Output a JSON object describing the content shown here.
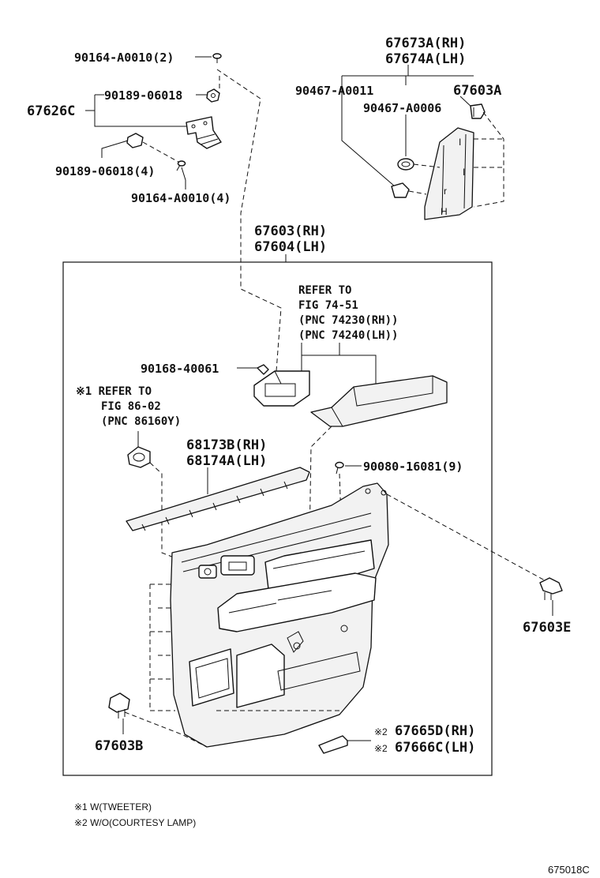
{
  "parts": {
    "screw_top": "90164-A0010(2)",
    "clip_upper": "90189-06018",
    "bracket": "67626C",
    "clip_lower": "90189-06018(4)",
    "screw_lower": "90164-A0010(4)",
    "board_corner_rh": "67673A(RH)",
    "board_corner_lh": "67674A(LH)",
    "clip_a0011": "90467-A0011",
    "clip_67603a": "67603A",
    "clip_a0006": "90467-A0006",
    "trim_board_rh": "67603(RH)",
    "trim_board_lh": "67604(LH)",
    "screw_40061": "90168-40061",
    "weatherstrip_rh": "68173B(RH)",
    "weatherstrip_lh": "68174A(LH)",
    "screw_16081": "90080-16081(9)",
    "clip_67603e": "67603E",
    "clip_67603b": "67603B",
    "lamp_cover_rh": "67665D(RH)",
    "lamp_cover_lh": "67666C(LH)"
  },
  "refs": {
    "armrest_l1": "REFER TO",
    "armrest_l2": "FIG 74-51",
    "armrest_l3": "(PNC 74230(RH))",
    "armrest_l4": "(PNC 74240(LH))",
    "tweeter_l1": "※1 REFER TO",
    "tweeter_l2": "FIG 86-02",
    "tweeter_l3": "(PNC 86160Y)",
    "mark2": "※2"
  },
  "notes": {
    "note1": "※1 W(TWEETER)",
    "note2": "※2 W/O(COURTESY LAMP)"
  },
  "diagram_code": "675018C"
}
